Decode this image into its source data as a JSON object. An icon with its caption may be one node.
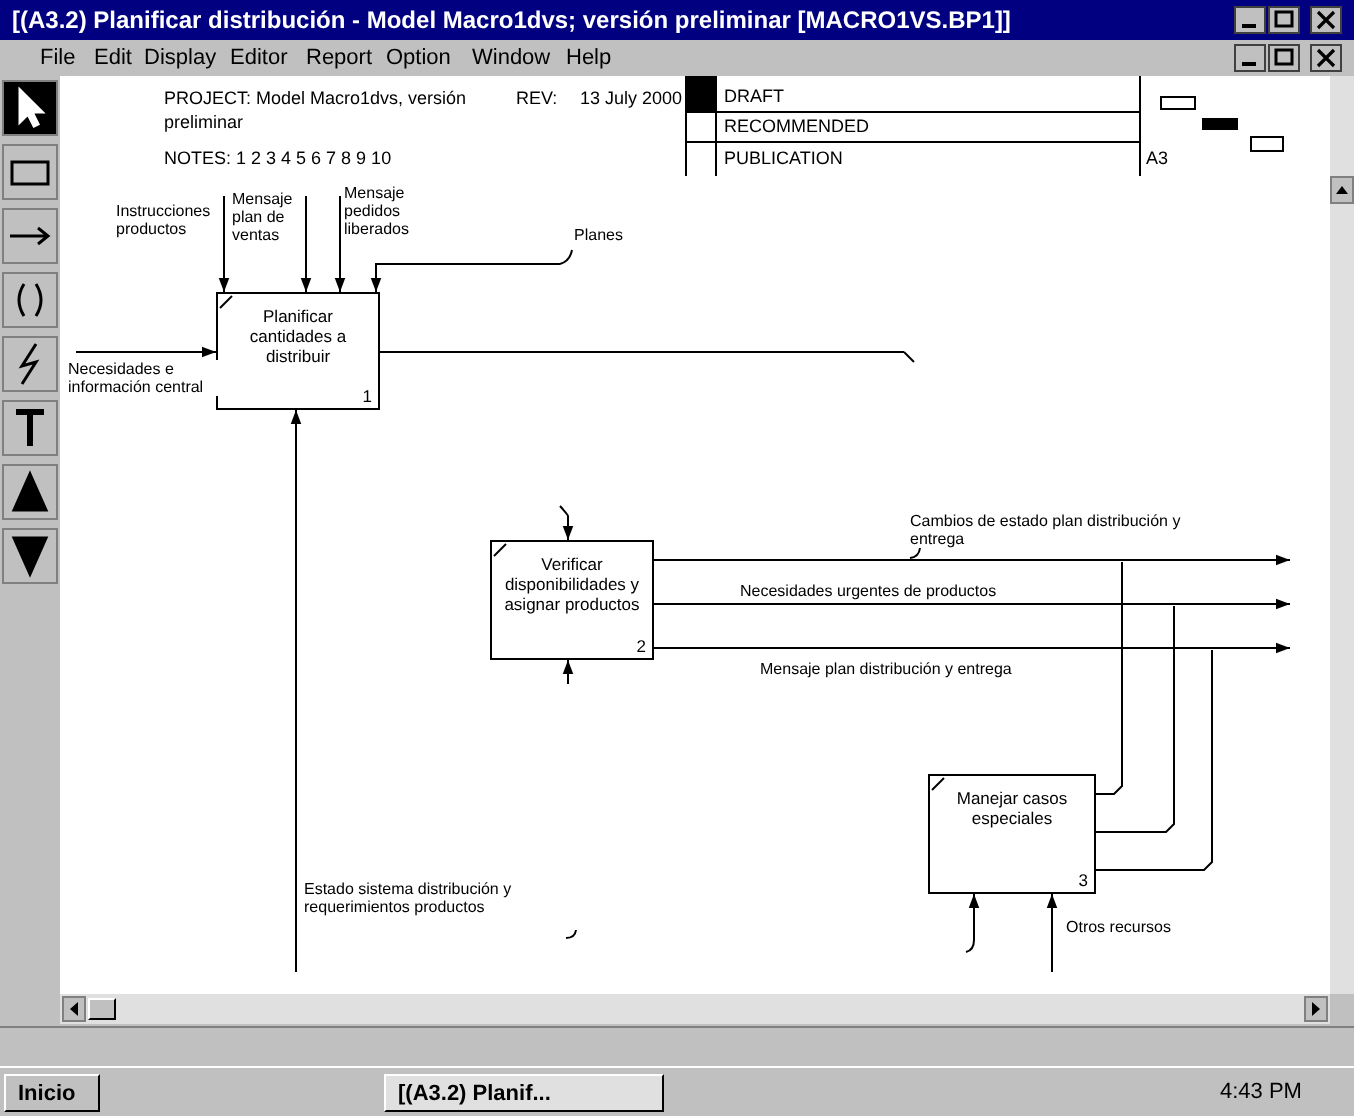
{
  "diagram": {
    "nodes": [
      {
        "text": [
          "Planificar cantidades a distribuir",
          "1"
        ]
      },
      {
        "text": [
          "Verificar disponibilidades y asignar productos",
          "2"
        ]
      },
      {
        "text": [
          "Manejar casos especiales",
          "3"
        ]
      }
    ],
    "edges": [
      {
        "from": null,
        "to": 0,
        "arrow": "to",
        "label": "Instrucciones productos"
      },
      {
        "from": null,
        "to": 0,
        "arrow": "to",
        "label": "Mensaje plan de ventas"
      },
      {
        "from": null,
        "to": 0,
        "arrow": "to",
        "label": "Mensaje pedidos liberados"
      },
      {
        "from": null,
        "to": 0,
        "arrow": "to",
        "label": "Planes"
      },
      {
        "from": null,
        "to": 0,
        "arrow": "to",
        "label": "Necesidades e información central"
      },
      {
        "from": 0,
        "to": null,
        "arrow": "none"
      },
      {
        "from": null,
        "to": 0,
        "arrow": "to",
        "label": "Estado sistema distribución y requerimientos productos"
      },
      {
        "from": null,
        "to": 1,
        "arrow": "to"
      },
      {
        "from": null,
        "to": 1,
        "arrow": "to"
      },
      {
        "from": 1,
        "to": null,
        "arrow": "to",
        "label": "Cambios de estado plan distribución y entrega"
      },
      {
        "from": 1,
        "to": null,
        "arrow": "to",
        "label": "Necesidades urgentes de productos"
      },
      {
        "from": 1,
        "to": null,
        "arrow": "to",
        "label": "Mensaje plan distribución y entrega"
      },
      {
        "from": 2,
        "to": null,
        "arrow": "none"
      },
      {
        "from": 2,
        "to": null,
        "arrow": "none"
      },
      {
        "from": 2,
        "to": null,
        "arrow": "none"
      },
      {
        "from": null,
        "to": 2,
        "arrow": "to"
      },
      {
        "from": null,
        "to": 2,
        "arrow": "to",
        "label": "Otros recursos"
      }
    ],
    "labels": [
      "[(A3.2) Planificar distribución - Model Macro1dvs; versión preliminar [MACRO1VS.BP1]]",
      "File",
      "Edit",
      "Display",
      "Editor",
      "Report",
      "Option",
      "Window",
      "Help",
      "PROJECT: Model Macro1dvs, versión preliminar",
      "REV:",
      "13 July 2000",
      "DRAFT",
      "RECOMMENDED",
      "NOTES: 1 2 3 4 5 6 7 8 9 10",
      "PUBLICATION",
      "A3",
      "Inicio",
      "[(A3.2) Planif...",
      "4:43 PM"
    ]
  }
}
